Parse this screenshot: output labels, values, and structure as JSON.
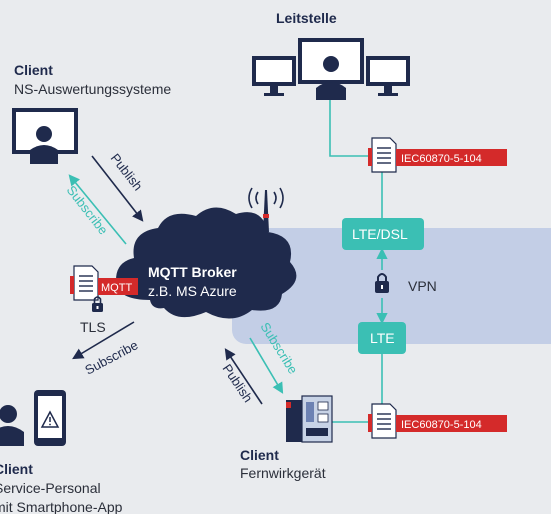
{
  "control_center": {
    "title": "Leitstelle"
  },
  "client_top": {
    "title": "Client",
    "subtitle": "NS-Auswertungssysteme"
  },
  "client_service": {
    "title": "Client",
    "line1": "Service-Personal",
    "line2": "mit Smartphone-App"
  },
  "client_rtu": {
    "title": "Client",
    "subtitle": "Fernwirkgerät"
  },
  "broker": {
    "title": "MQTT Broker",
    "subtitle": "z.B. MS Azure"
  },
  "labels": {
    "publish_top": "Publish",
    "subscribe_top": "Subscribe",
    "subscribe_service": "Subscribe",
    "subscribe_rtu": "Subscribe",
    "publish_rtu": "Publish",
    "tls": "TLS",
    "vpn": "VPN",
    "lte_dsl": "LTE/DSL",
    "lte": "LTE"
  },
  "tags": {
    "iec_top": "IEC60870-5-104",
    "iec_bottom": "IEC60870-5-104",
    "mqtt": "MQTT"
  },
  "colors": {
    "background": "#e9ebee",
    "navy": "#1f2a4c",
    "teal": "#3bbfb4",
    "red": "#d42a2a",
    "vpn_band": "#c3cee6",
    "text": "#2b2f3a"
  }
}
